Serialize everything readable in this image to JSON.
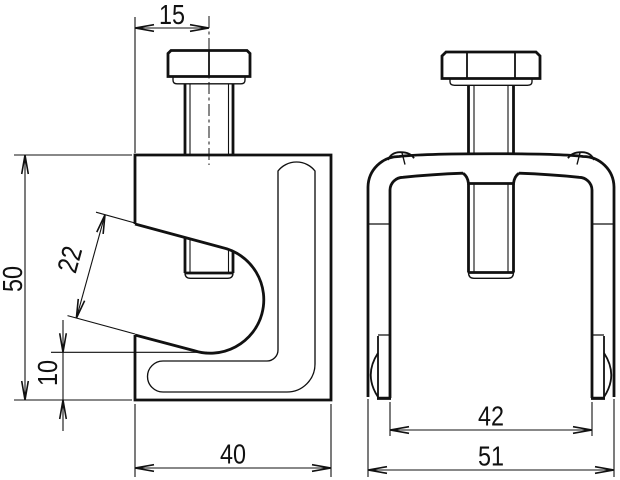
{
  "colors": {
    "background": "#ffffff",
    "line": "#111111"
  },
  "dimensions": {
    "bolt_offset_top": "15",
    "body_height": "50",
    "jaw_opening": "22",
    "bottom_lip_height": "10",
    "body_width": "40",
    "frame_inner_width": "42",
    "frame_outer_width": "51"
  }
}
